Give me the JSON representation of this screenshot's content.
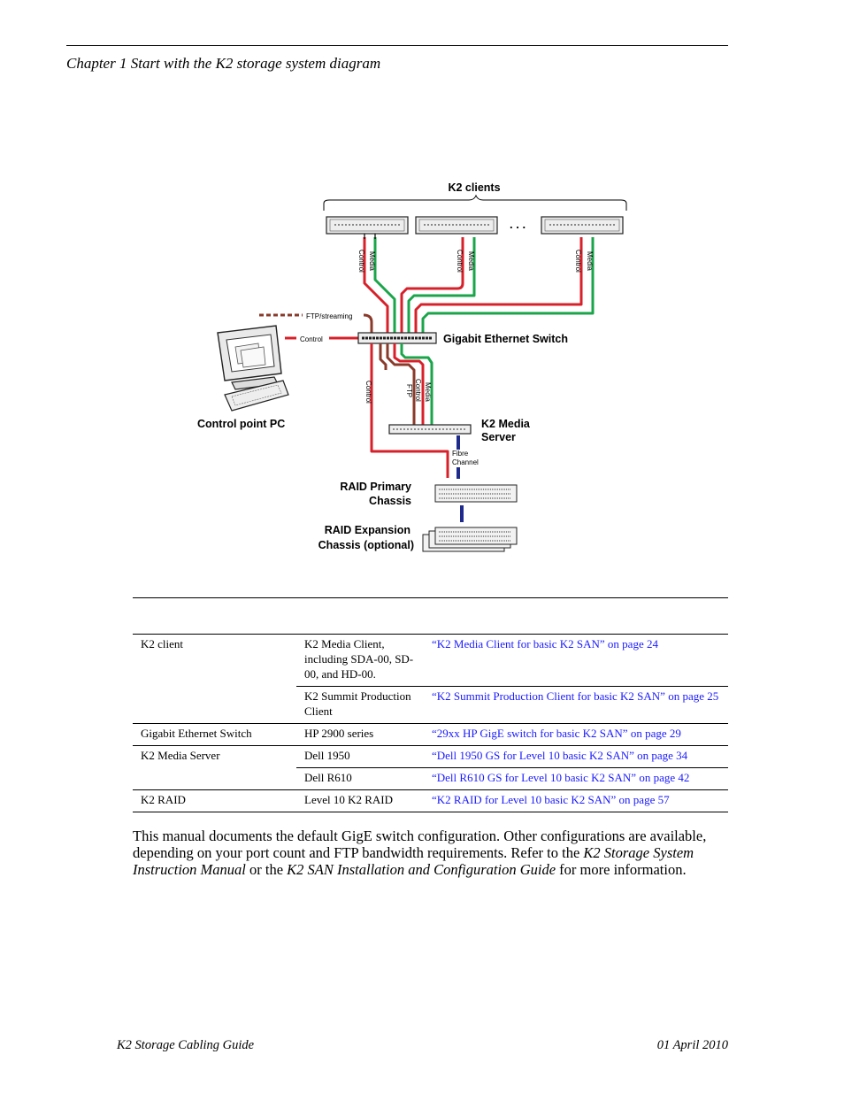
{
  "header": {
    "chapter": "Chapter 1   Start with the K2 storage system diagram"
  },
  "diagram": {
    "k2_clients": "K2 clients",
    "ellipsis": ". . .",
    "cable_media": "Media",
    "cable_control": "Control",
    "cable_ftp": "FTP",
    "ftp_streaming": "FTP/streaming",
    "control_short": "Control",
    "switch_label": "Gigabit Ethernet Switch",
    "control_point_pc": "Control point PC",
    "media_server_line1": "K2 Media",
    "media_server_line2": "Server",
    "fibre_line1": "Fibre",
    "fibre_line2": "Channel",
    "raid_primary_line1": "RAID Primary",
    "raid_primary_line2": "Chassis",
    "raid_expansion_line1": "RAID Expansion",
    "raid_expansion_line2": "Chassis (optional)",
    "colors": {
      "control": "#d8202a",
      "media": "#1aa54a",
      "ftp": "#8a3a2a",
      "fibre": "#1e2a8c"
    }
  },
  "table": {
    "rows": [
      {
        "device": "K2 client",
        "model": "K2 Media Client, including SDA-00, SD-00, and HD-00.",
        "ref": "“K2 Media Client for basic K2 SAN” on page 24"
      },
      {
        "device": "",
        "model": "K2 Summit Production Client",
        "ref": "“K2 Summit Production Client for basic K2 SAN” on page 25"
      },
      {
        "device": "Gigabit Ethernet Switch",
        "model": "HP 2900 series",
        "ref": "“29xx HP GigE switch for basic K2 SAN” on page 29"
      },
      {
        "device": "K2 Media Server",
        "model": "Dell 1950",
        "ref": "“Dell 1950 GS for Level 10 basic K2 SAN” on page 34"
      },
      {
        "device": "",
        "model": "Dell R610",
        "ref": "“Dell R610 GS for Level 10 basic K2 SAN” on page 42"
      },
      {
        "device": "K2 RAID",
        "model": "Level 10 K2 RAID",
        "ref": "“K2 RAID for Level 10 basic K2 SAN” on page 57"
      }
    ]
  },
  "paragraph": {
    "p1": "This manual documents the default GigE switch configuration. Other configurations are available, depending on your port count and FTP bandwidth requirements. Refer to the ",
    "doc1": "K2 Storage System Instruction Manual",
    "p2": " or the ",
    "doc2": "K2 SAN Installation and Configuration Guide",
    "p3": " for more information."
  },
  "footer": {
    "left": "K2 Storage Cabling Guide",
    "right": "01 April 2010"
  }
}
